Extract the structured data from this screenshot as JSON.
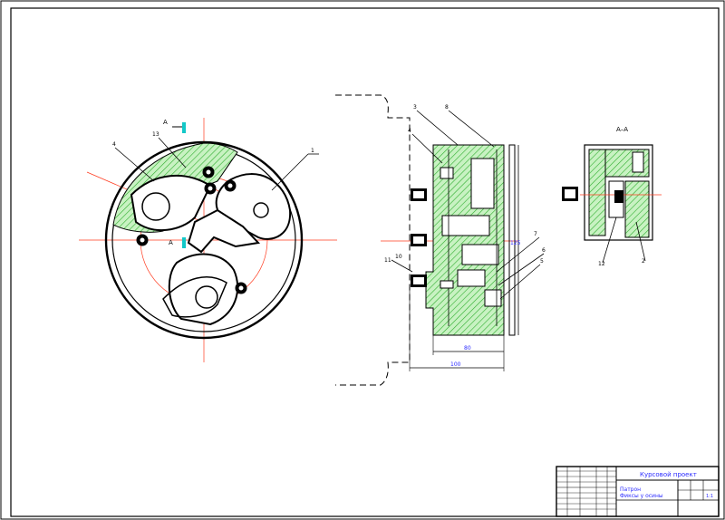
{
  "colors": {
    "ink": "#000000",
    "centerline": "#ff3b1f",
    "hatch_fill": "#c8f2c2",
    "hatch_line": "#2fae2f",
    "marker": "#13c8c8",
    "dimension": "#2b2bff"
  },
  "front_view": {
    "section_mark_top": "A",
    "section_mark_bottom": "A",
    "leaders": [
      "4",
      "13",
      "1"
    ]
  },
  "side_view": {
    "leaders_top": [
      "3",
      "8",
      "4"
    ],
    "leaders_right": [
      "7",
      "6",
      "5"
    ],
    "leaders_left": [
      "10",
      "11"
    ],
    "dim_small": "80",
    "dim_large": "100",
    "dim_vertical": "125"
  },
  "section_view": {
    "title": "A–A",
    "leaders": [
      "12",
      "2"
    ]
  },
  "title_block": {
    "project": "Курсовой проект",
    "drawing_title_line1": "Патрон",
    "drawing_title_line2": "Фиксы у осины",
    "scale": "1:1"
  }
}
